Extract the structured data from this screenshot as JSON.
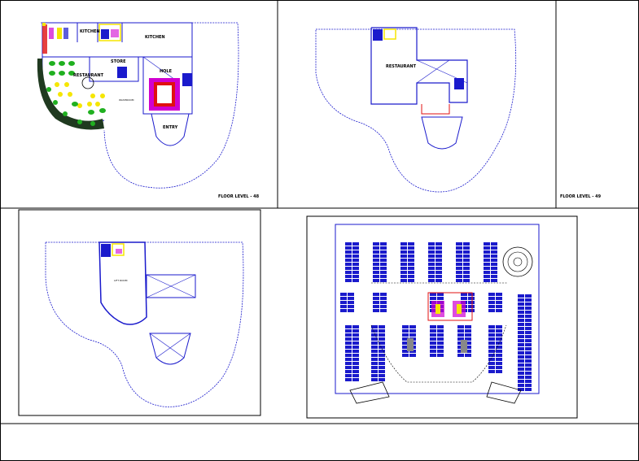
{
  "sheet": {
    "panels": [
      {
        "id": "level-48",
        "caption": "FLOOR LEVEL - 48"
      },
      {
        "id": "level-49",
        "caption": "FLOOR LEVEL - 49"
      },
      {
        "id": "level-roof",
        "caption": ""
      },
      {
        "id": "parking",
        "caption": ""
      }
    ]
  },
  "rooms": {
    "l48_a": "KITCHEN",
    "l48_b": "KITCHEN",
    "l48_c": "RESTAURANT",
    "l48_d": "HOLE",
    "l48_e": "STORE",
    "l48_f": "WASHROOM",
    "l48_g": "ENTRY",
    "l49_a": "RESTAURANT",
    "roof_a": "LIFT ROOM"
  },
  "colors": {
    "line": "#1a1acc",
    "outline": "#000000",
    "accent_red": "#e01010",
    "accent_magenta": "#d000d0",
    "accent_yellow": "#f5e600",
    "accent_green": "#20b020",
    "tree_dark": "#203a20"
  }
}
